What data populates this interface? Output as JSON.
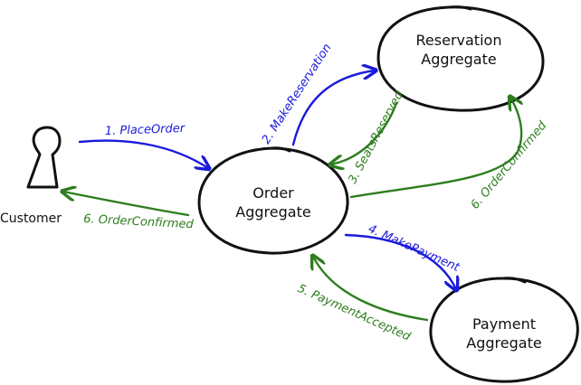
{
  "colors": {
    "command": "#1a1adc",
    "event": "#2e7d1f",
    "outline": "#111111"
  },
  "actor": {
    "label": "Customer"
  },
  "nodes": {
    "order": {
      "line1": "Order",
      "line2": "Aggregate"
    },
    "reservation": {
      "line1": "Reservation",
      "line2": "Aggregate"
    },
    "payment": {
      "line1": "Payment",
      "line2": "Aggregate"
    }
  },
  "edges": {
    "place_order": "1. PlaceOrder",
    "make_reservation": "2. MakeReservation",
    "seats_reserved": "3. SeatsReserved",
    "make_payment": "4. MakePayment",
    "payment_accepted": "5. PaymentAccepted",
    "order_confirmed_reservation": "6. OrderConfirmed",
    "order_confirmed_customer": "6. OrderConfirmed"
  }
}
